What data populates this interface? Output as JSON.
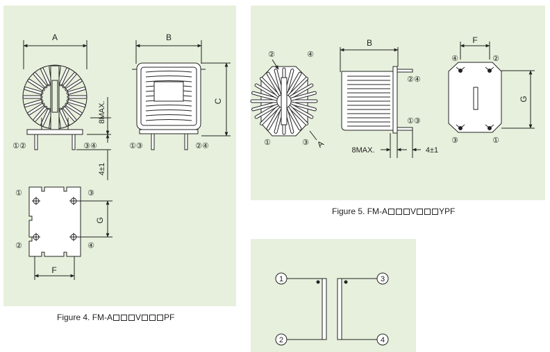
{
  "figures": {
    "fig4": {
      "caption_prefix": "Figure 4.  FM-A",
      "caption_mid": "V",
      "caption_suffix": "PF",
      "label_A": "A",
      "label_B": "B",
      "label_C": "C",
      "label_8max": "8MAX.",
      "label_4pm1": "4±1",
      "label_F": "F",
      "label_G": "G",
      "pins_front_left": "①②",
      "pins_front_right": "③④",
      "pins_side_left": "①③",
      "pins_side_right": "②④",
      "pin1": "①",
      "pin2": "②",
      "pin3": "③",
      "pin4": "④"
    },
    "fig5": {
      "caption_prefix": "Figure 5.  FM-A",
      "caption_mid": "V",
      "caption_suffix": "YPF",
      "label_A": "A",
      "label_B": "B",
      "label_F": "F",
      "label_G": "G",
      "label_8max": "8MAX.",
      "label_4pm1": "4±1",
      "pins_24": "②④",
      "pins_13": "①③",
      "pin1": "①",
      "pin2": "②",
      "pin3": "③",
      "pin4": "④"
    },
    "schematic": {
      "pin1": "1",
      "pin2": "2",
      "pin3": "3",
      "pin4": "4"
    }
  },
  "colors": {
    "panel_bg": "#e6f0dc",
    "line": "#222222"
  }
}
